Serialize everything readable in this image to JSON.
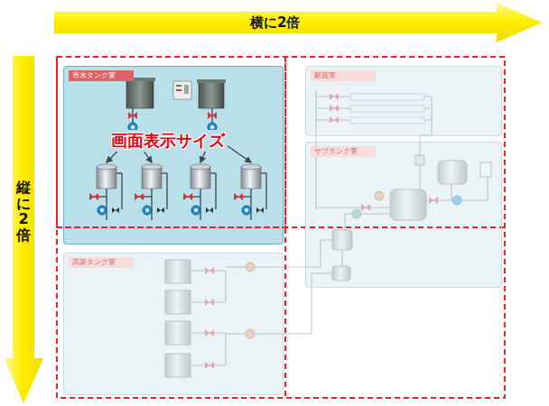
{
  "diagram": {
    "nodes": [
      {
        "text": [
          "横に2倍"
        ]
      },
      {
        "text": [
          "縦に2倍"
        ]
      },
      {
        "text": [
          "市水タンク室"
        ]
      },
      {
        "text": [
          "殺菌室"
        ]
      },
      {
        "text": [
          "サブタンク室"
        ]
      },
      {
        "text": [
          "高架タンク室"
        ]
      }
    ],
    "labels": [
      "画面表示サイズ"
    ]
  }
}
